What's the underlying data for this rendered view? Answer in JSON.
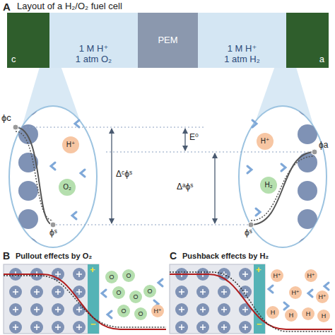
{
  "diagram": {
    "nodes": [
      {
        "text": [
          "c"
        ]
      },
      {
        "text": [
          "1 M H⁺",
          "1 atm O₂"
        ]
      },
      {
        "text": [
          "PEM"
        ]
      },
      {
        "text": [
          "1 M H⁺",
          "1 atm H₂"
        ]
      },
      {
        "text": [
          "a"
        ]
      },
      {
        "text": [
          "H⁺"
        ]
      },
      {
        "text": [
          "O₂"
        ]
      },
      {
        "text": [
          "H⁺"
        ]
      },
      {
        "text": [
          "H₂"
        ]
      },
      {
        "text": [
          "O"
        ]
      },
      {
        "text": [
          "O"
        ]
      },
      {
        "text": [
          "O"
        ]
      },
      {
        "text": [
          "O"
        ]
      },
      {
        "text": [
          "O"
        ]
      },
      {
        "text": [
          "O"
        ]
      },
      {
        "text": [
          "O"
        ]
      },
      {
        "text": [
          "H⁺"
        ]
      },
      {
        "text": [
          "H⁺"
        ]
      },
      {
        "text": [
          "H⁺"
        ]
      },
      {
        "text": [
          "H⁺"
        ]
      },
      {
        "text": [
          "H⁺"
        ]
      },
      {
        "text": [
          "H"
        ]
      },
      {
        "text": [
          "H"
        ]
      },
      {
        "text": [
          "H"
        ]
      },
      {
        "text": [
          "H"
        ]
      }
    ],
    "labels": [
      "A",
      "Layout of a H₂/O₂ fuel cell",
      "ϕc",
      "E⁰",
      "Δᶜϕˢ",
      "ϕˢ",
      "Δᵃϕˢ",
      "ϕa",
      "ϕˢ",
      "B",
      "Pullout effects by O₂",
      "+",
      "−",
      "C",
      "Pushback effects by H₂",
      "+",
      "−"
    ]
  }
}
